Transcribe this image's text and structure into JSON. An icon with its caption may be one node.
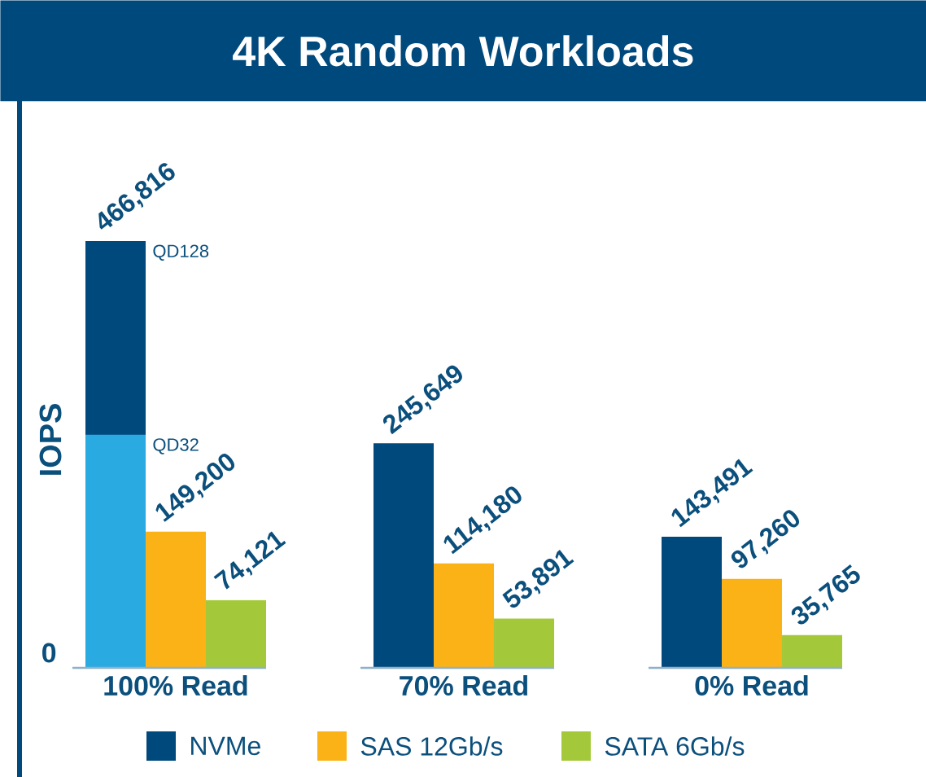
{
  "diagram": {
    "title": "4K Random Workloads",
    "chart_data": {
      "type": "bar",
      "ylabel": "IOPS",
      "categories": [
        "100% Read",
        "70% Read",
        "0% Read"
      ],
      "legend": "bottom",
      "series": [
        {
          "name": "NVMe",
          "color": "#00497c",
          "values": [
            466816,
            245649,
            143491
          ],
          "value_labels": [
            "466,816",
            "245,649",
            "143,491"
          ]
        },
        {
          "name": "SAS 12Gb/s",
          "color": "#fbb217",
          "values": [
            149200,
            114180,
            97260
          ],
          "value_labels": [
            "149,200",
            "114,180",
            "97,260"
          ]
        },
        {
          "name": "SATA 6Gb/s",
          "color": "#a3c93a",
          "values": [
            74121,
            53891,
            35765
          ],
          "value_labels": [
            "74,121",
            "53,891",
            "35,765"
          ]
        },
        {
          "color": "#29abe2",
          "values": [
            255000,
            null,
            null
          ],
          "value_labels": [
            null,
            null,
            null
          ]
        }
      ],
      "annotations": [
        "QD128",
        "QD32",
        "0"
      ]
    }
  }
}
